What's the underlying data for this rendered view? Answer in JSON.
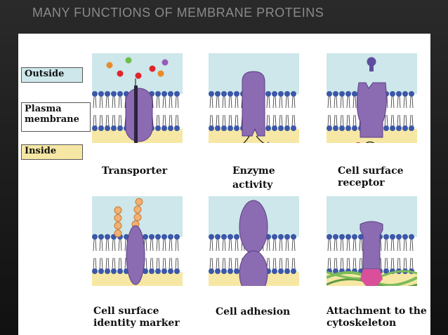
{
  "slide_title": "MANY FUNCTIONS OF MEMBRANE PROTEINS",
  "key": {
    "outside": "Outside",
    "plasma_membrane_line1": "Plasma",
    "plasma_membrane_line2": "membrane",
    "inside": "Inside"
  },
  "captions": {
    "transporter": "Transporter",
    "enzyme_line1": "Enzyme",
    "enzyme_line2": "activity",
    "receptor_line1": "Cell surface",
    "receptor_line2": "receptor",
    "identity_line1": "Cell surface",
    "identity_line2": "identity marker",
    "adhesion": "Cell adhesion",
    "cytoskeleton_line1": "Attachment to the",
    "cytoskeleton_line2": "cytoskeleton"
  },
  "colors": {
    "outside": "#cde7ea",
    "inside": "#f6e8a4",
    "lipid_head": "#3b57a8",
    "protein": "#8b6bb1",
    "protein_dark": "#5d3f86",
    "carbohydrate": "#f2b072",
    "molecule_red": "#e0242b",
    "cytoskeleton": "#7cbb5a",
    "attachment": "#d94f9a"
  }
}
